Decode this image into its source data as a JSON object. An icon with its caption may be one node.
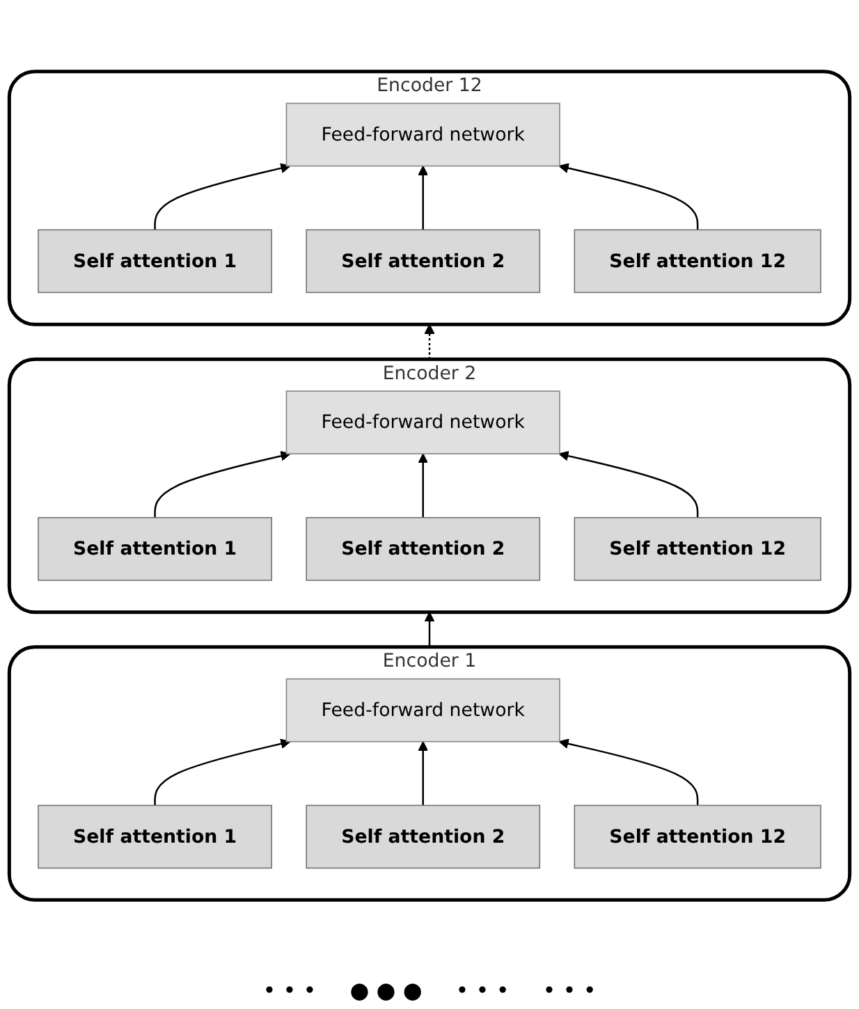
{
  "diagram": {
    "nodes": [
      {
        "text": [
          "Encoder 12"
        ]
      },
      {
        "text": [
          "Feed-forward network"
        ],
        "in": 0
      },
      {
        "text": [
          "Self attention 1"
        ],
        "in": 0
      },
      {
        "text": [
          "Self attention 2"
        ],
        "in": 0
      },
      {
        "text": [
          "Self attention 12"
        ],
        "in": 0
      },
      {
        "text": [
          "Encoder 2"
        ]
      },
      {
        "text": [
          "Feed-forward network"
        ],
        "in": 5
      },
      {
        "text": [
          "Self attention 1"
        ],
        "in": 5
      },
      {
        "text": [
          "Self attention 2"
        ],
        "in": 5
      },
      {
        "text": [
          "Self attention 12"
        ],
        "in": 5
      },
      {
        "text": [
          "Encoder 1"
        ]
      },
      {
        "text": [
          "Feed-forward network"
        ],
        "in": 10
      },
      {
        "text": [
          "Self attention 1"
        ],
        "in": 10
      },
      {
        "text": [
          "Self attention 2"
        ],
        "in": 10
      },
      {
        "text": [
          "Self attention 12"
        ],
        "in": 10
      }
    ],
    "edges": [
      {
        "from": 2,
        "to": 1,
        "arrow": "to"
      },
      {
        "from": 3,
        "to": 1,
        "arrow": "to"
      },
      {
        "from": 4,
        "to": 1,
        "arrow": "to"
      },
      {
        "from": 7,
        "to": 6,
        "arrow": "to"
      },
      {
        "from": 8,
        "to": 6,
        "arrow": "to"
      },
      {
        "from": 9,
        "to": 6,
        "arrow": "to"
      },
      {
        "from": 12,
        "to": 11,
        "arrow": "to"
      },
      {
        "from": 13,
        "to": 11,
        "arrow": "to"
      },
      {
        "from": 14,
        "to": 11,
        "arrow": "to"
      },
      {
        "from": 10,
        "to": 5,
        "arrow": "to"
      },
      {
        "from": 5,
        "to": 0,
        "arrow": "to",
        "style": "dashed"
      }
    ],
    "labels": [
      "• • •",
      "● ● ●",
      "• • •",
      "• • •"
    ]
  }
}
